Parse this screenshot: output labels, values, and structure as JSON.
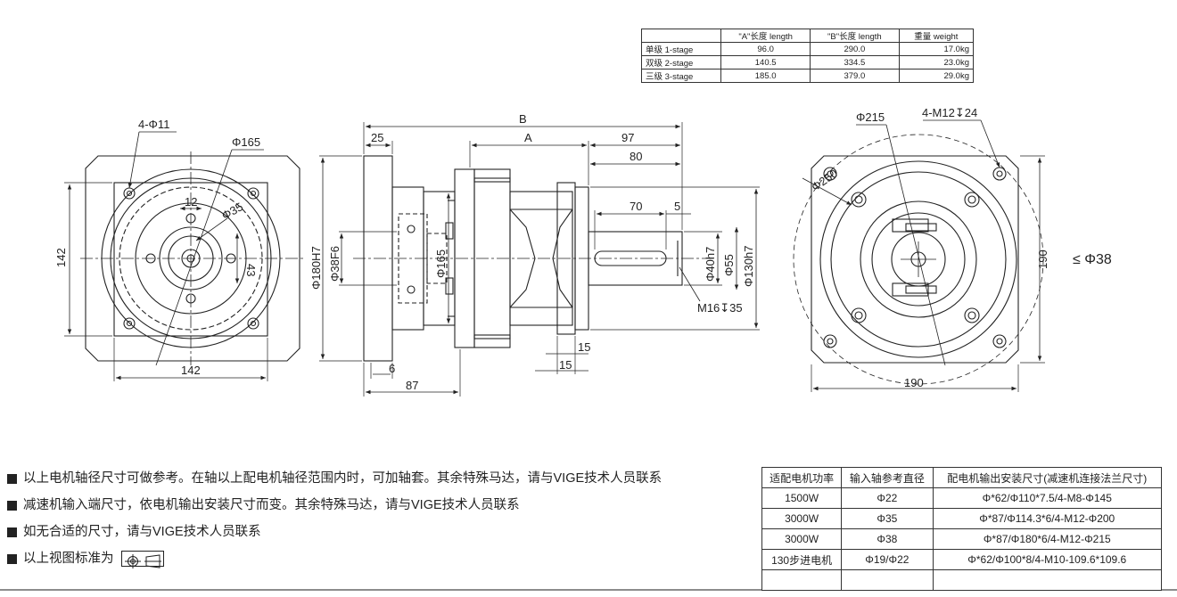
{
  "spec_table": {
    "headers": [
      "",
      "\"A\"长度 length",
      "\"B\"长度  length",
      "重量 weight"
    ],
    "rows": [
      [
        "单级 1-stage",
        "96.0",
        "290.0",
        "17.0kg"
      ],
      [
        "双级 2-stage",
        "140.5",
        "334.5",
        "23.0kg"
      ],
      [
        "三级 3-stage",
        "185.0",
        "379.0",
        "29.0kg"
      ]
    ]
  },
  "left_view": {
    "holes": "4-Φ11",
    "pcd": "Φ165",
    "bore": "Φ35",
    "dim_12": "12",
    "dim_43": "43",
    "width_v": "142",
    "width_h": "142"
  },
  "side_view": {
    "B": "B",
    "A": "A",
    "d97": "97",
    "d80": "80",
    "d25": "25",
    "d70": "70",
    "d5": "5",
    "phi180": "Φ180H7",
    "phi38": "Φ38F6",
    "phi165": "Φ165",
    "phi40": "Φ40h7",
    "phi55": "Φ55",
    "phi130": "Φ130h7",
    "thread": "M16↧35",
    "d15a": "15",
    "d15b": "15",
    "d6": "6",
    "d87": "87"
  },
  "right_view": {
    "phi215": "Φ215",
    "thread": "4-M12↧24",
    "phi250": "Φ250",
    "d190v": "190",
    "d190h": "190",
    "shaft_max": "≤ Φ38"
  },
  "notes": [
    "以上电机轴径尺寸可做参考。在轴以上配电机轴径范围内时，可加轴套。其余特殊马达，请与VIGE技术人员联系",
    "减速机输入端尺寸，依电机输出安装尺寸而变。其余特殊马达，请与VIGE技术人员联系",
    "如无合适的尺寸，请与VIGE技术人员联系",
    "以上视图标准为"
  ],
  "motor_table": {
    "headers": [
      "适配电机功率",
      "输入轴参考直径",
      "配电机输出安装尺寸(减速机连接法兰尺寸)"
    ],
    "rows": [
      [
        "1500W",
        "Φ22",
        "Φ*62/Φ110*7.5/4-M8-Φ145"
      ],
      [
        "3000W",
        "Φ35",
        "Φ*87/Φ114.3*6/4-M12-Φ200"
      ],
      [
        "3000W",
        "Φ38",
        "Φ*87/Φ180*6/4-M12-Φ215"
      ],
      [
        "130步进电机",
        "Φ19/Φ22",
        "Φ*62/Φ100*8/4-M10-109.6*109.6"
      ],
      [
        "",
        "",
        ""
      ]
    ]
  }
}
